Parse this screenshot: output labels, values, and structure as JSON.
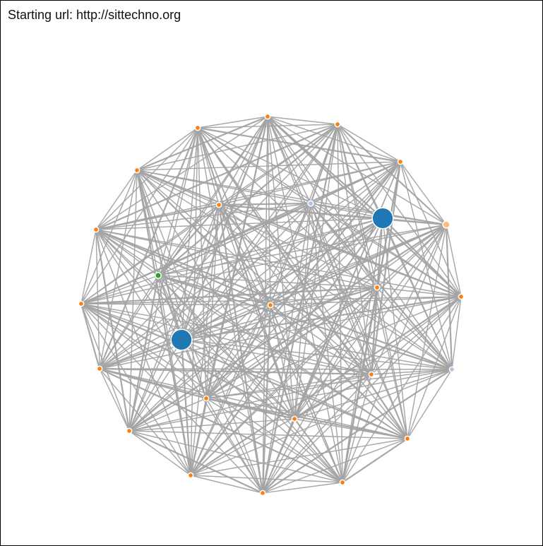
{
  "header": {
    "start_label": "Starting url: http://sittechno.org"
  },
  "graph": {
    "edge_color": "#a3a3a3",
    "colors": {
      "orange": "#ff7f0e",
      "blue": "#1f77b4",
      "light_blue": "#aec7e8",
      "green": "#2ca02c",
      "light_orange": "#ffbb78"
    },
    "nodes": [
      {
        "id": "n1",
        "group": "orange"
      },
      {
        "id": "n2",
        "group": "orange"
      },
      {
        "id": "n3",
        "group": "orange"
      },
      {
        "id": "n4",
        "group": "orange"
      },
      {
        "id": "n5",
        "group": "light_orange"
      },
      {
        "id": "n6",
        "group": "orange"
      },
      {
        "id": "n7",
        "group": "light_blue"
      },
      {
        "id": "n8",
        "group": "orange"
      },
      {
        "id": "n9",
        "group": "orange"
      },
      {
        "id": "n10",
        "group": "orange"
      },
      {
        "id": "n11",
        "group": "orange"
      },
      {
        "id": "n12",
        "group": "orange"
      },
      {
        "id": "n13",
        "group": "orange"
      },
      {
        "id": "n14",
        "group": "orange"
      },
      {
        "id": "n15",
        "group": "orange"
      },
      {
        "id": "n16",
        "group": "orange"
      },
      {
        "id": "n17",
        "group": "orange"
      },
      {
        "id": "n18",
        "group": "orange"
      },
      {
        "id": "n19",
        "group": "orange"
      },
      {
        "id": "n20",
        "group": "light_blue"
      },
      {
        "id": "n21",
        "group": "blue"
      },
      {
        "id": "n22",
        "group": "orange"
      },
      {
        "id": "n23",
        "group": "orange"
      },
      {
        "id": "n24",
        "group": "orange"
      },
      {
        "id": "n25",
        "group": "orange"
      },
      {
        "id": "n26",
        "group": "green"
      },
      {
        "id": "n27",
        "group": "blue"
      },
      {
        "id": "n28",
        "group": "orange"
      }
    ]
  }
}
